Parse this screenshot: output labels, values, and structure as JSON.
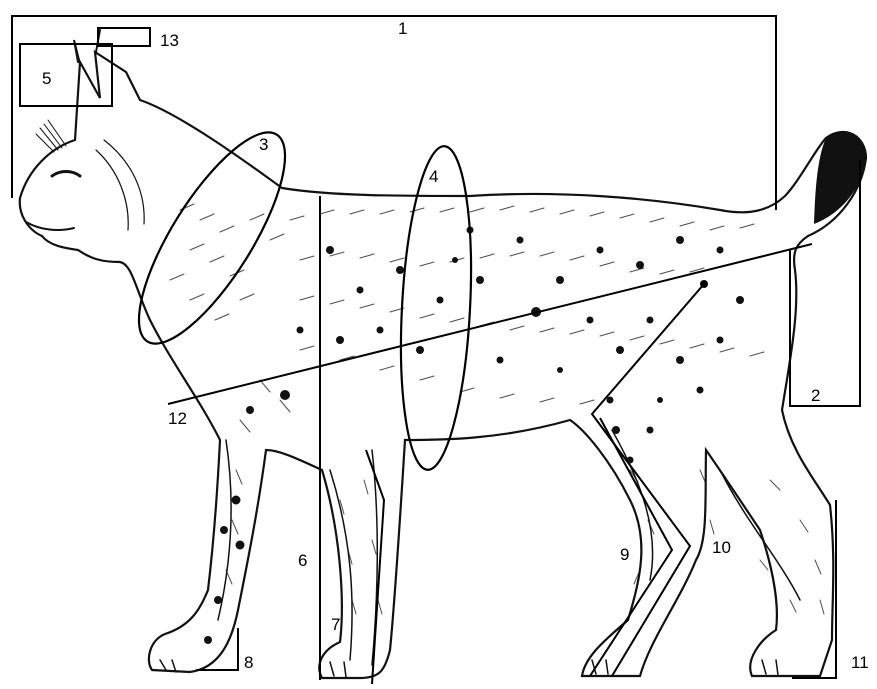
{
  "illustration": {
    "subject": "lynx-side-view",
    "style": "ink-hatching",
    "colors": {
      "ink": "#111111",
      "paper": "#ffffff",
      "measure": "#000000"
    }
  },
  "measurements": [
    {
      "id": "m1",
      "label": "1"
    },
    {
      "id": "m2",
      "label": "2"
    },
    {
      "id": "m3",
      "label": "3"
    },
    {
      "id": "m4",
      "label": "4"
    },
    {
      "id": "m5",
      "label": "5"
    },
    {
      "id": "m6",
      "label": "6"
    },
    {
      "id": "m7",
      "label": "7"
    },
    {
      "id": "m8",
      "label": "8"
    },
    {
      "id": "m9",
      "label": "9"
    },
    {
      "id": "m10",
      "label": "10"
    },
    {
      "id": "m11",
      "label": "11"
    },
    {
      "id": "m12",
      "label": "12"
    },
    {
      "id": "m13",
      "label": "13"
    }
  ]
}
